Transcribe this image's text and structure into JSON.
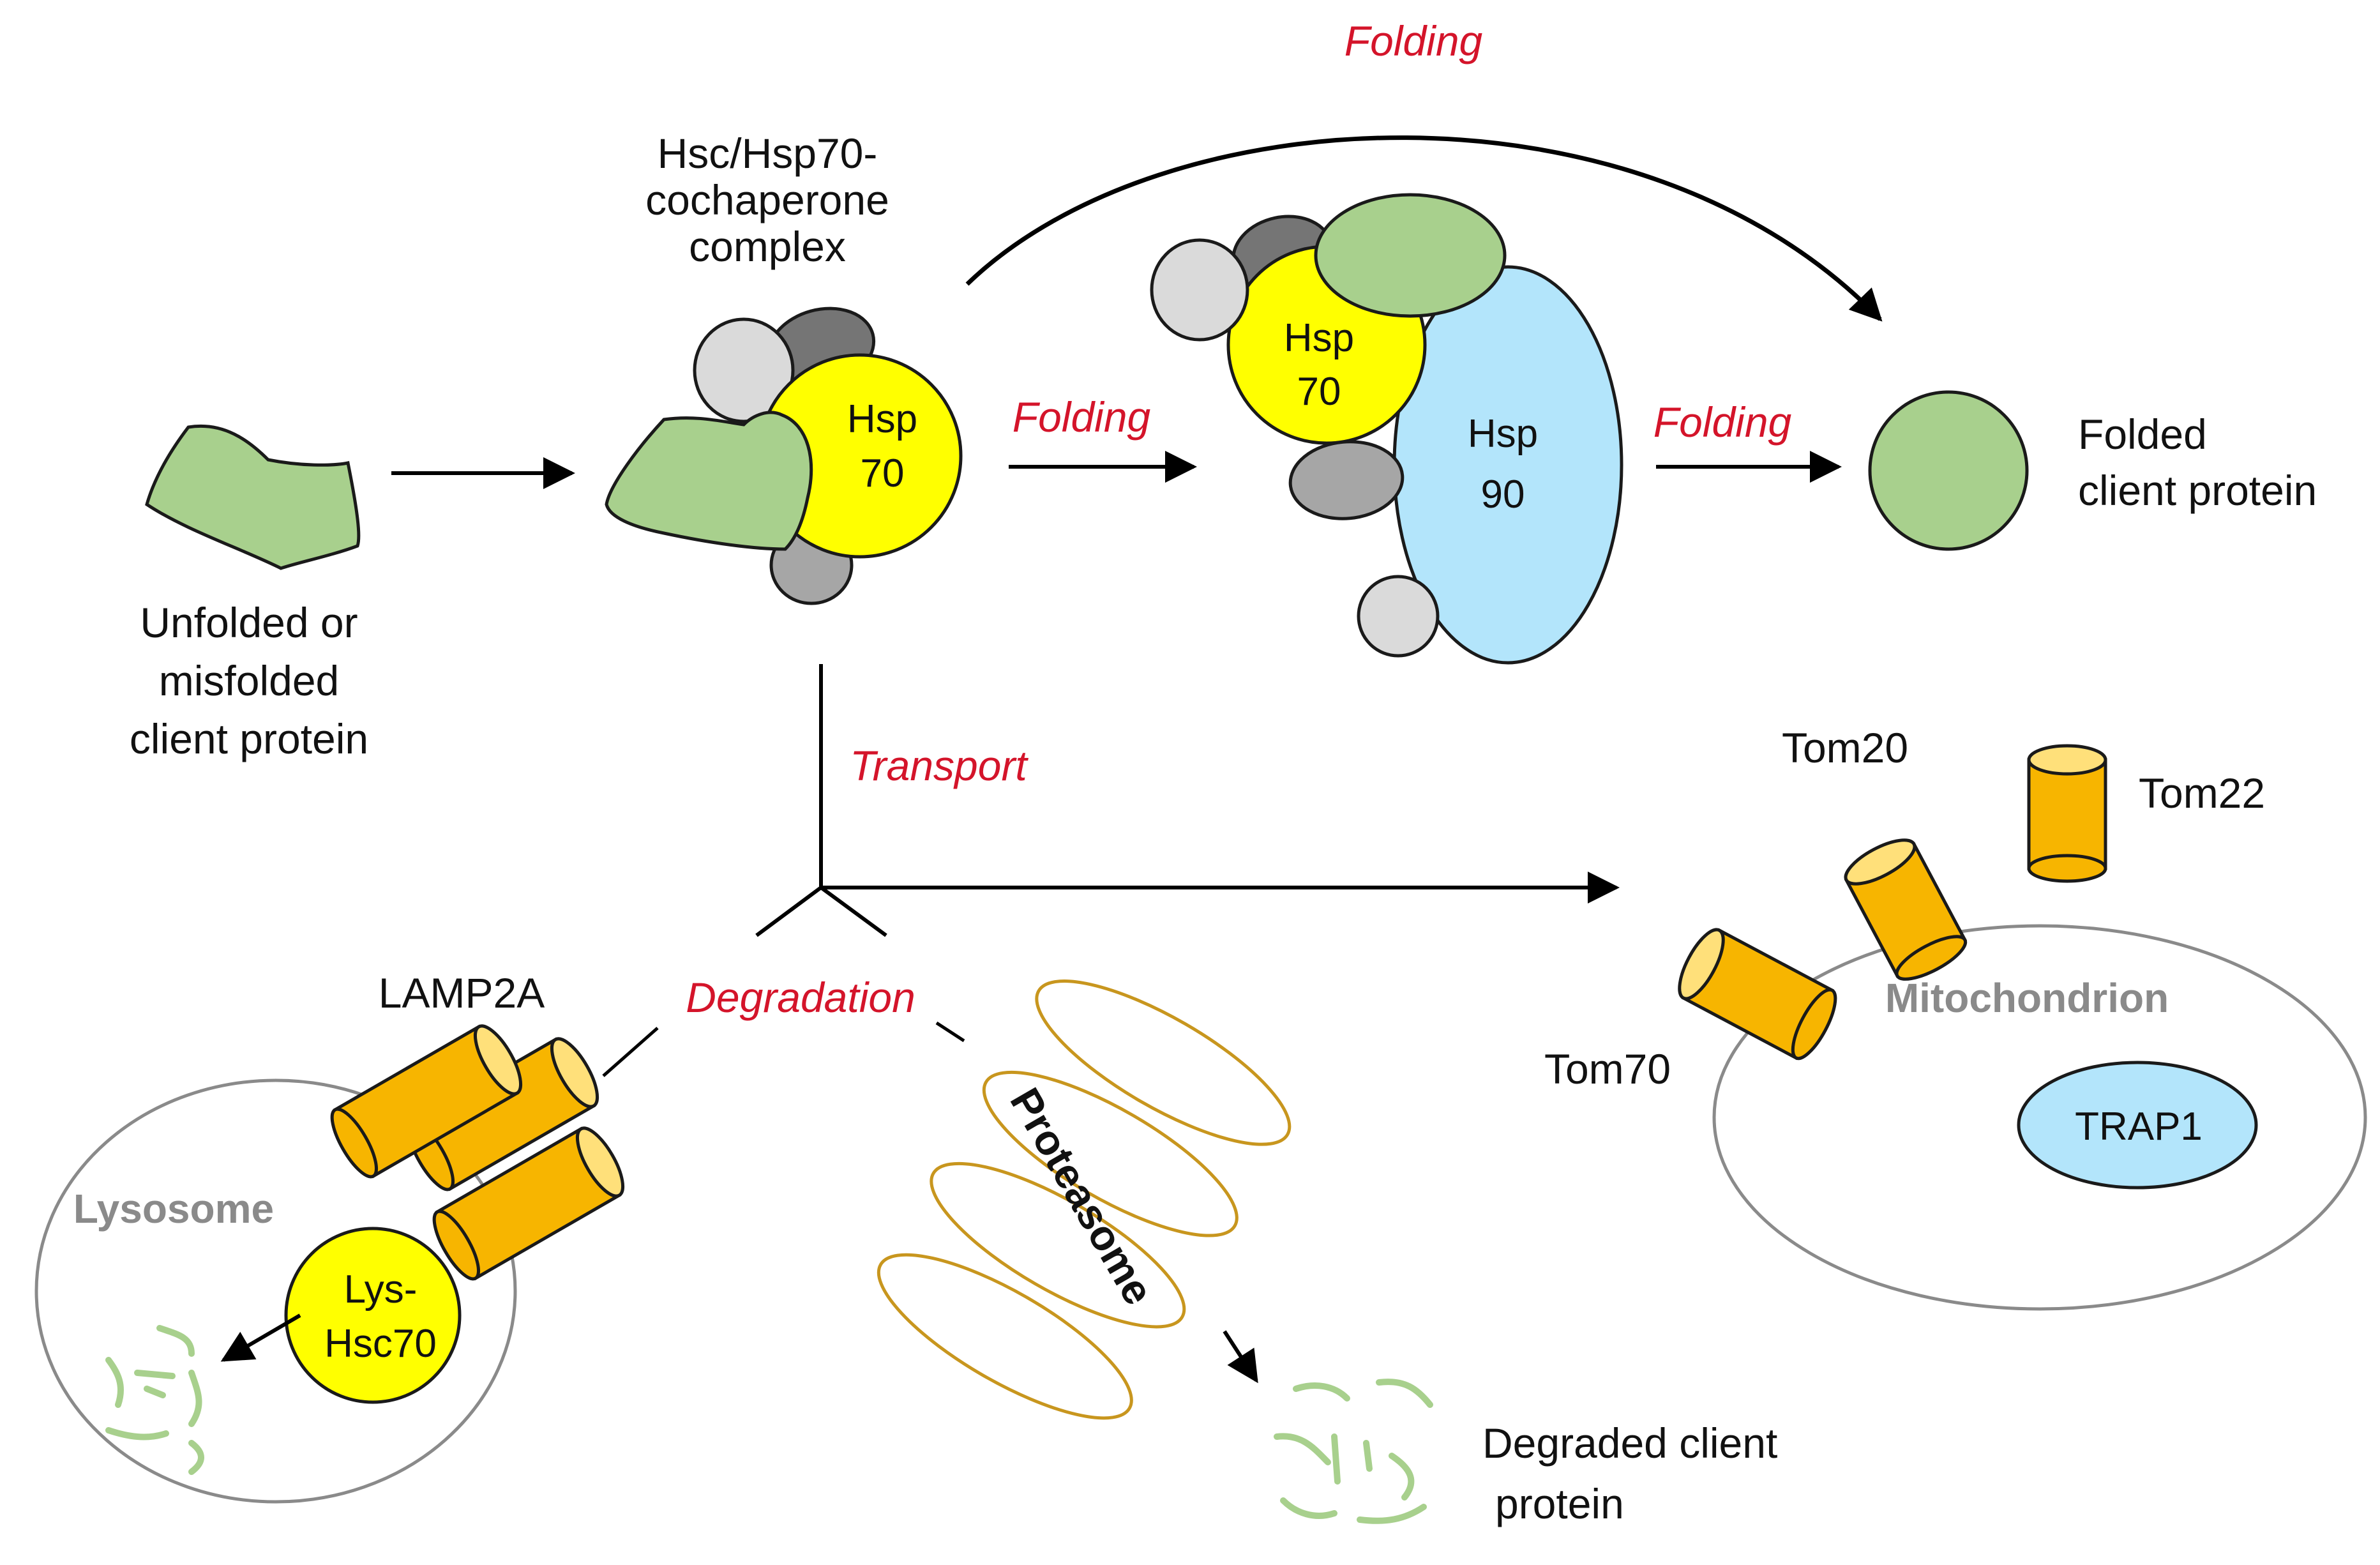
{
  "labels": {
    "unfolded_line1": "Unfolded or",
    "unfolded_line2": "misfolded",
    "unfolded_line3": "client protein",
    "complex_line1": "Hsc/Hsp70-",
    "complex_line2": "cochaperone",
    "complex_line3": "complex",
    "hsp70_line1": "Hsp",
    "hsp70_line2": "70",
    "hsp90_line1": "Hsp",
    "hsp90_line2": "90",
    "folded_line1": "Folded",
    "folded_line2": "client protein",
    "tom20": "Tom20",
    "tom22": "Tom22",
    "tom70": "Tom70",
    "mitochondrion": "Mitochondrion",
    "trap1": "TRAP1",
    "lamp2a": "LAMP2A",
    "lysosome": "Lysosome",
    "lys_hsc70_line1": "Lys-",
    "lys_hsc70_line2": "Hsc70",
    "proteasome": "Proteasome",
    "degraded_line1": "Degraded client",
    "degraded_line2": "protein"
  },
  "processes": {
    "folding_top": "Folding",
    "folding_mid1": "Folding",
    "folding_mid2": "Folding",
    "transport": "Transport",
    "degradation": "Degradation"
  },
  "colors": {
    "client_green": "#a8d08d",
    "hsp70_yellow": "#ffff00",
    "hsp90_blue": "#b3e5fb",
    "tom_orange": "#f7b500",
    "label_red": "#d4142a",
    "organelle_grey": "#8a8a8a",
    "proteasome_gold": "#c8961e",
    "degraded_green": "#a8d08d"
  }
}
